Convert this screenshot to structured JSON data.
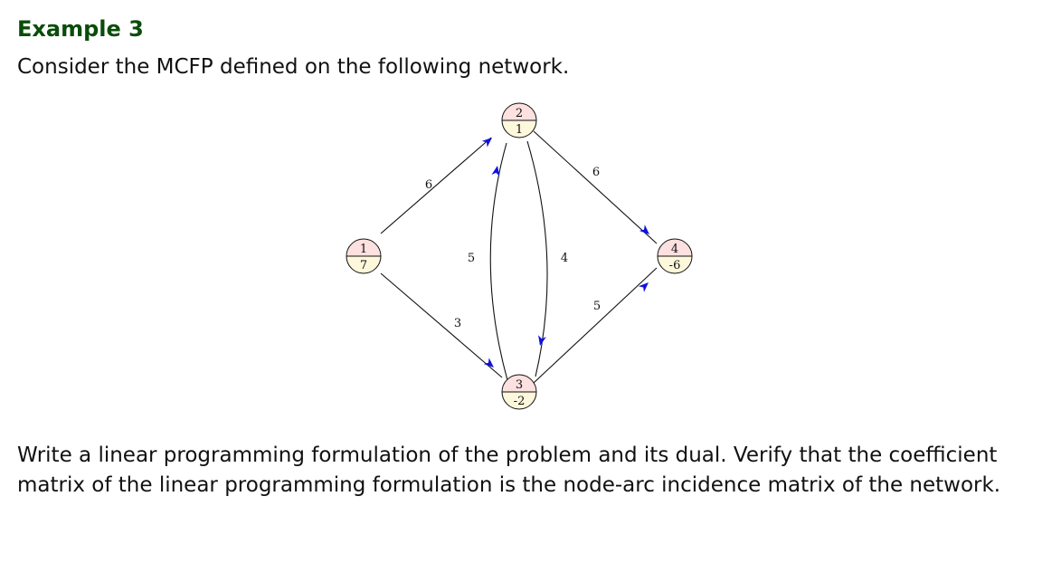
{
  "heading": "Example 3",
  "intro": "Consider the MCFP defined on the following network.",
  "nodes": [
    {
      "id": "1",
      "supply": "7"
    },
    {
      "id": "2",
      "supply": "1"
    },
    {
      "id": "3",
      "supply": "-2"
    },
    {
      "id": "4",
      "supply": "-6"
    }
  ],
  "arcs": [
    {
      "from": "1",
      "to": "2",
      "cost": "6"
    },
    {
      "from": "1",
      "to": "3",
      "cost": "3"
    },
    {
      "from": "3",
      "to": "2",
      "cost": "5"
    },
    {
      "from": "2",
      "to": "3",
      "cost": "4"
    },
    {
      "from": "2",
      "to": "4",
      "cost": "6"
    },
    {
      "from": "3",
      "to": "4",
      "cost": "5"
    }
  ],
  "colors": {
    "heading": "#0a4d0a",
    "node_top": "#fde0e0",
    "node_bottom": "#fdf7dc",
    "arrowhead": "#1010e0"
  },
  "task": "Write a linear programming formulation of the problem and its dual. Verify that the coefficient matrix of the linear programming formulation is the node-arc incidence matrix of the network."
}
